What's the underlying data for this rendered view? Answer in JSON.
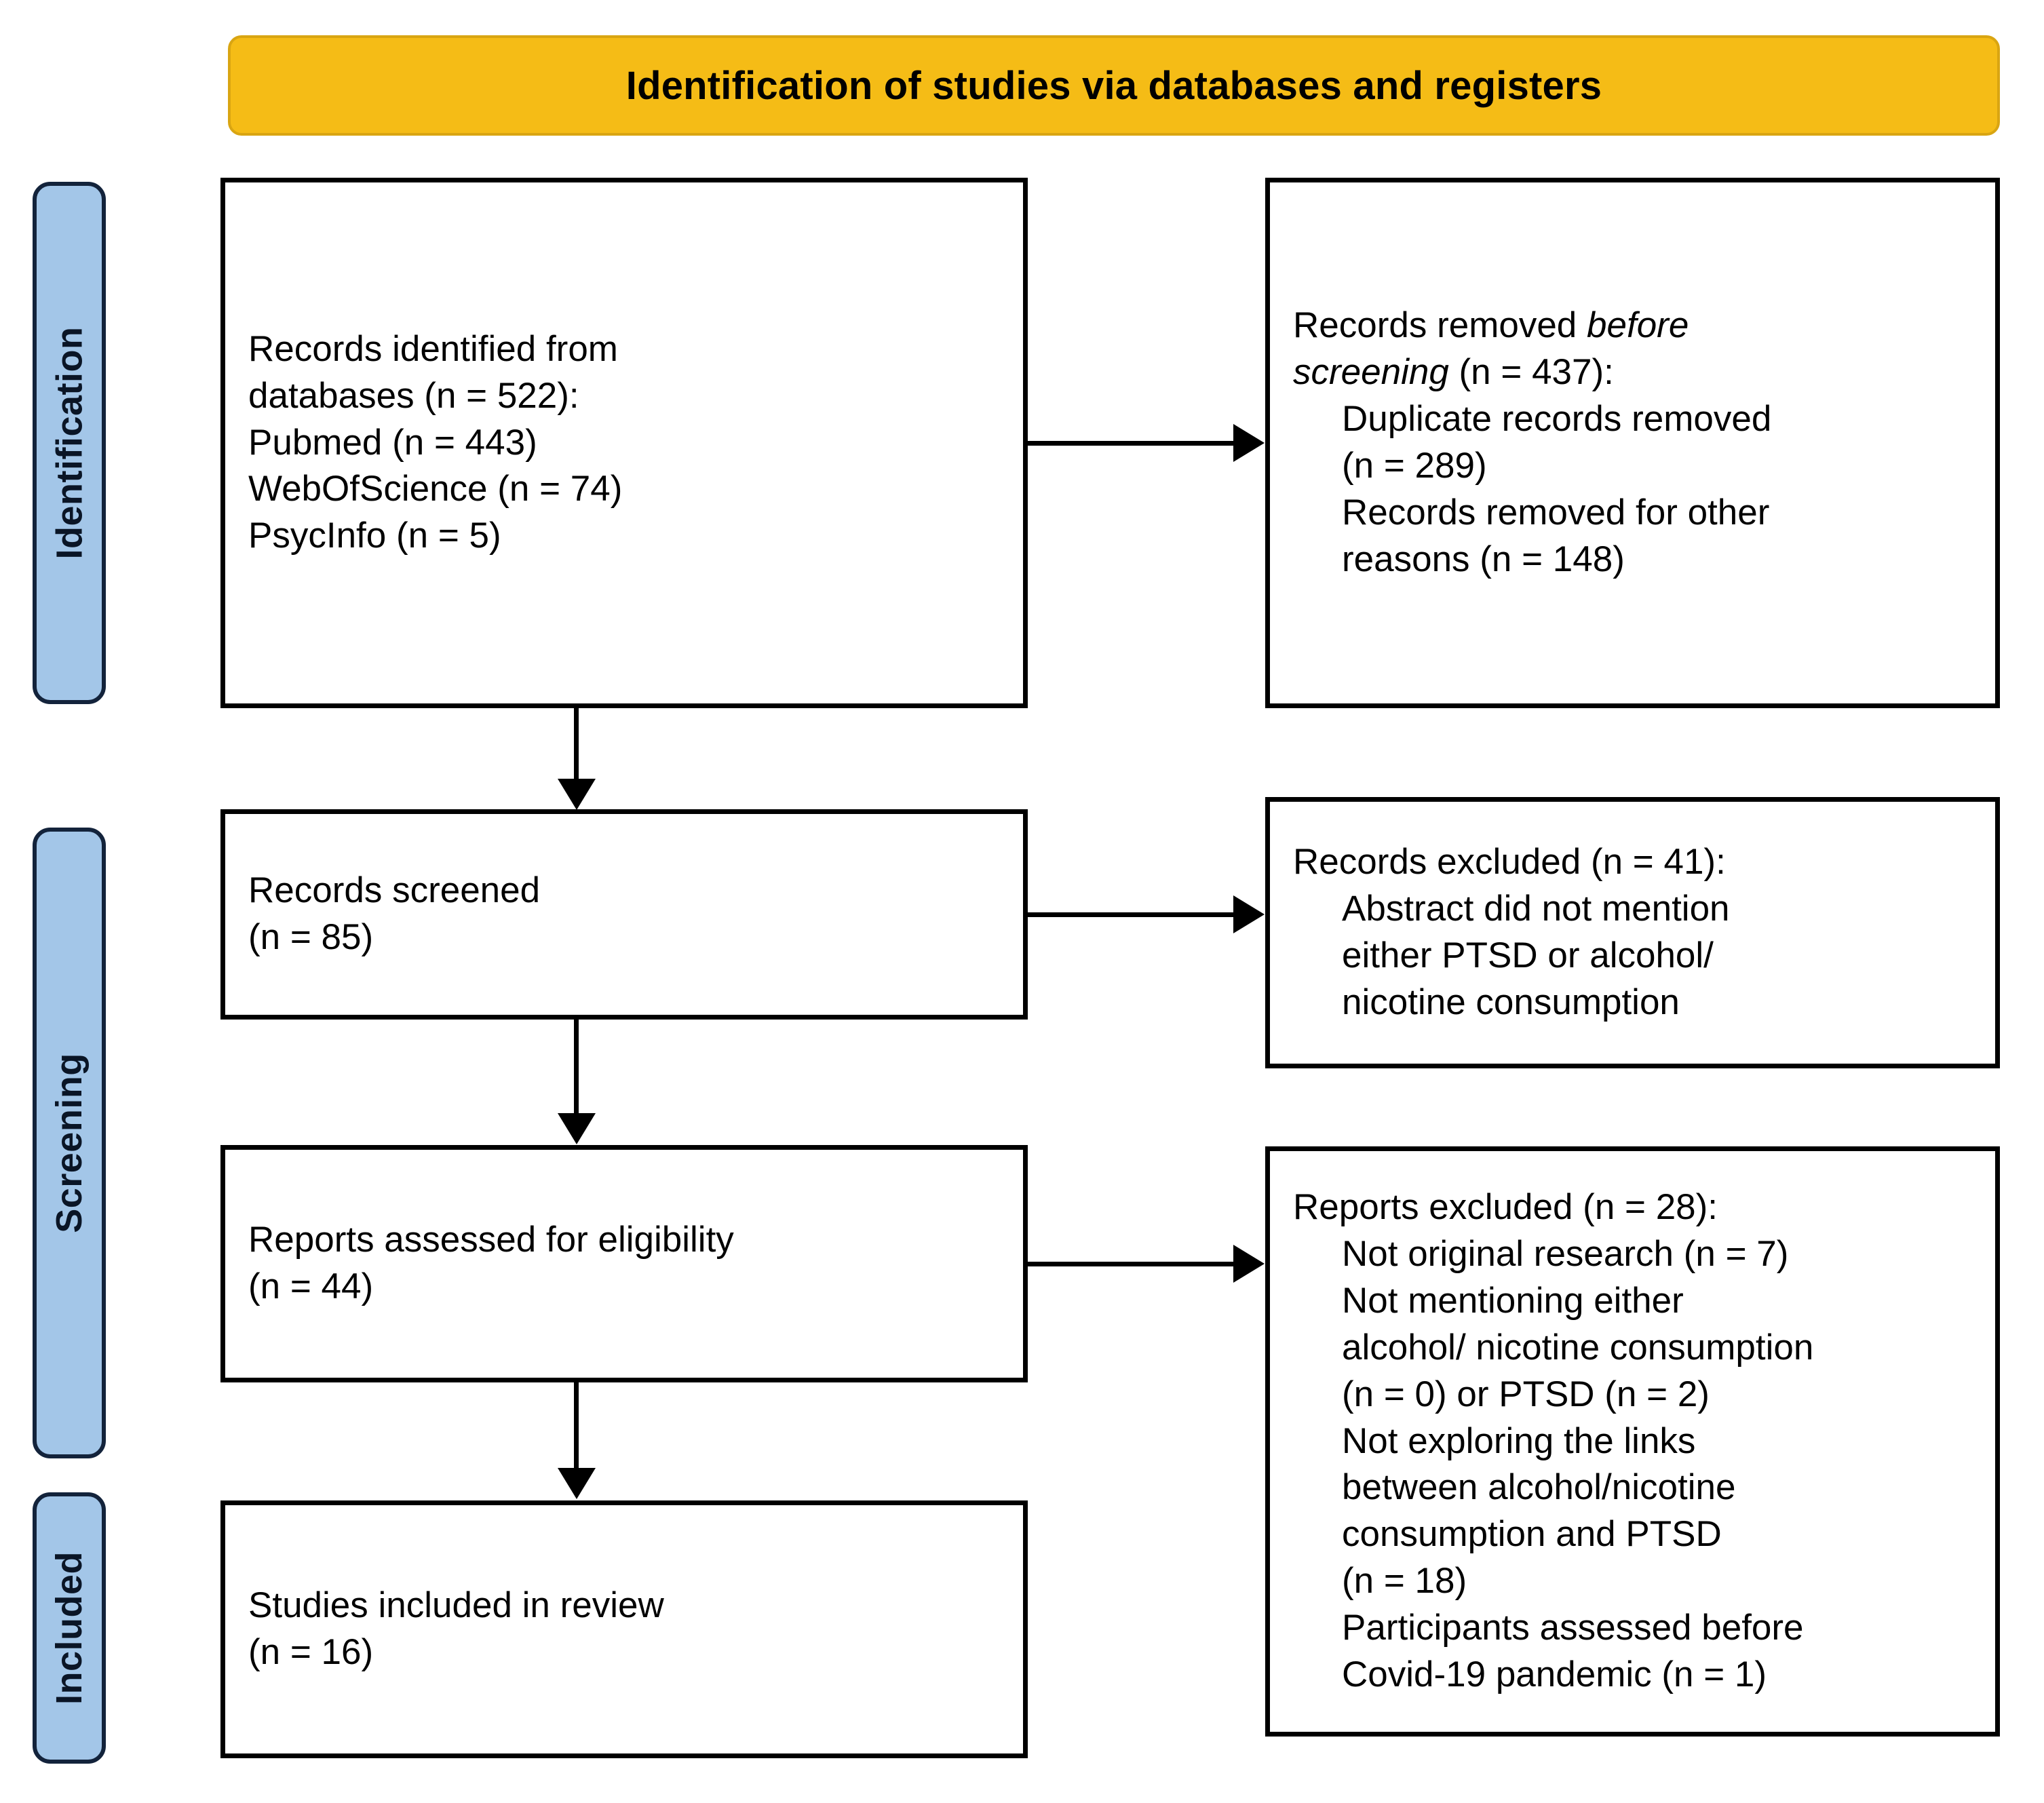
{
  "header": {
    "title": "Identification of studies via databases and registers"
  },
  "colors": {
    "header_background": "#F5BC16",
    "header_border": "#D9A512",
    "stage_tab_background": "#A3C6E8",
    "stage_tab_border": "#13233B",
    "box_border": "#000000",
    "box_background": "#FFFFFF",
    "text": "#000000"
  },
  "stages": [
    {
      "label": "Identification"
    },
    {
      "label": "Screening"
    },
    {
      "label": "Included"
    }
  ],
  "boxes": {
    "identified": {
      "lines": [
        {
          "text": "Records identified from",
          "indent": false
        },
        {
          "text": "databases (n = 522):",
          "indent": false
        },
        {
          "text": "Pubmed (n = 443)",
          "indent": false
        },
        {
          "text": "WebOfScience (n = 74)",
          "indent": false
        },
        {
          "text": "PsycInfo (n = 5)",
          "indent": false
        }
      ]
    },
    "removed_before_screening": {
      "lines": [
        {
          "text": "Records removed ",
          "indent": false,
          "italic_tail": "before"
        },
        {
          "text": " (n = 437):",
          "indent": false,
          "italic_head": "screening"
        },
        {
          "text": "Duplicate records removed",
          "indent": true
        },
        {
          "text": "(n = 289)",
          "indent": true
        },
        {
          "text": "Records removed for other",
          "indent": true
        },
        {
          "text": "reasons (n = 148)",
          "indent": true
        }
      ]
    },
    "screened": {
      "lines": [
        {
          "text": "Records screened",
          "indent": false
        },
        {
          "text": "(n = 85)",
          "indent": false
        }
      ]
    },
    "records_excluded": {
      "lines": [
        {
          "text": "Records excluded (n = 41):",
          "indent": false
        },
        {
          "text": "Abstract did not mention",
          "indent": true
        },
        {
          "text": "either PTSD or alcohol/",
          "indent": true
        },
        {
          "text": "nicotine consumption",
          "indent": true
        }
      ]
    },
    "eligibility": {
      "lines": [
        {
          "text": "Reports assessed for eligibility",
          "indent": false
        },
        {
          "text": "(n = 44)",
          "indent": false
        }
      ]
    },
    "reports_excluded": {
      "lines": [
        {
          "text": "Reports excluded (n = 28):",
          "indent": false
        },
        {
          "text": "Not original research (n = 7)",
          "indent": true
        },
        {
          "text": "Not mentioning either",
          "indent": true
        },
        {
          "text": "alcohol/ nicotine consumption",
          "indent": true
        },
        {
          "text": "(n = 0) or PTSD (n = 2)",
          "indent": true
        },
        {
          "text": "Not exploring the links",
          "indent": true
        },
        {
          "text": "between alcohol/nicotine",
          "indent": true
        },
        {
          "text": "consumption and PTSD",
          "indent": true
        },
        {
          "text": "(n = 18)",
          "indent": true
        },
        {
          "text": "Participants assessed before",
          "indent": true
        },
        {
          "text": "Covid-19 pandemic (n = 1)",
          "indent": true
        }
      ]
    },
    "included": {
      "lines": [
        {
          "text": "Studies included in review",
          "indent": false
        },
        {
          "text": "(n = 16)",
          "indent": false
        }
      ]
    }
  },
  "connectors": [
    {
      "name": "identified-to-removed",
      "direction": "right"
    },
    {
      "name": "identified-to-screened",
      "direction": "down"
    },
    {
      "name": "screened-to-records-excluded",
      "direction": "right"
    },
    {
      "name": "screened-to-eligibility",
      "direction": "down"
    },
    {
      "name": "eligibility-to-reports-excluded",
      "direction": "right"
    },
    {
      "name": "eligibility-to-included",
      "direction": "down"
    }
  ]
}
